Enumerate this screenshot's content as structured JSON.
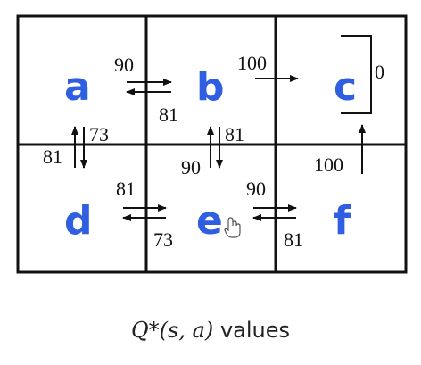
{
  "grid": {
    "states": [
      "a",
      "b",
      "c",
      "d",
      "e",
      "f"
    ],
    "state_color": "#2f5fe0",
    "line_color": "#111111"
  },
  "q_values": {
    "a_to_b": "90",
    "b_to_a": "81",
    "b_to_c": "100",
    "c_loop": "0",
    "a_to_d": "81",
    "d_to_a": "73",
    "b_to_e": "90",
    "e_to_b": "81",
    "f_to_c": "100",
    "d_to_e": "81",
    "e_to_d": "73",
    "e_to_f": "90",
    "f_to_e": "81"
  },
  "caption": {
    "math": "Q*(s, a)",
    "text": "values"
  },
  "icons": {
    "cursor": "hand-cursor-icon"
  }
}
